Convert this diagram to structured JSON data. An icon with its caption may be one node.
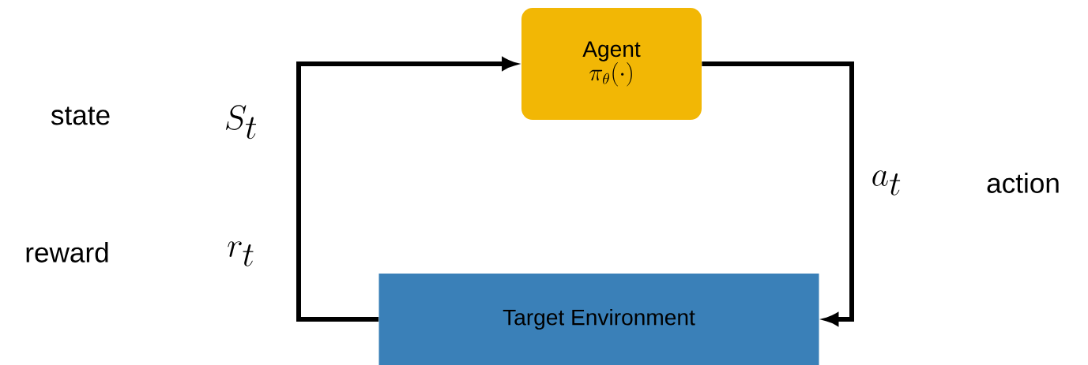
{
  "diagram": {
    "nodes": [
      {
        "text": [
          "Agent",
          "\\pi_{\\theta}(\\cdot)"
        ]
      },
      {
        "text": [
          "Target Environment"
        ]
      }
    ],
    "edges": [
      {
        "from": 1,
        "to": 0,
        "arrow": "to"
      },
      {
        "from": 0,
        "to": 1,
        "arrow": "to"
      }
    ],
    "labels": [
      "state",
      "S_t",
      "a_t",
      "action",
      "reward",
      "r_t"
    ]
  }
}
